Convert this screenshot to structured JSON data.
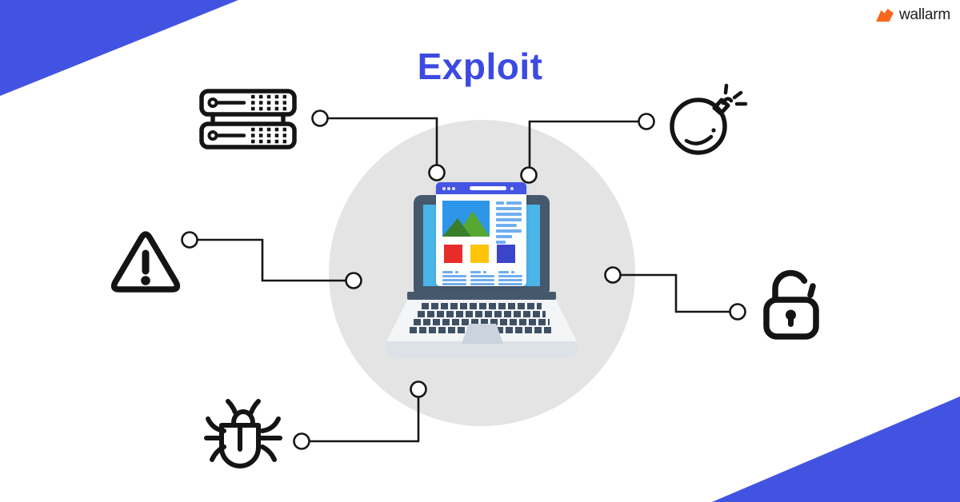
{
  "header": {
    "title": "Exploit",
    "brand": {
      "name": "wallarm"
    }
  },
  "theme": {
    "background": "#FFFFFF",
    "corner_triangle_blue": "#4353E1",
    "title_blue": "#3D4AE1",
    "brand_orange": "#F8681C",
    "brand_text_color": "#1D1D1D",
    "circle_gray": "#E4E4E5",
    "outline_black": "#141414"
  },
  "diagram": {
    "center_illustration": "laptop-with-browser-webpage",
    "connected_icons": [
      {
        "name": "server-rack-icon",
        "position": "top-left"
      },
      {
        "name": "bomb-icon",
        "position": "top-right"
      },
      {
        "name": "warning-triangle-icon",
        "position": "middle-left"
      },
      {
        "name": "unlocked-padlock-icon",
        "position": "middle-right"
      },
      {
        "name": "bug-icon",
        "position": "bottom-left"
      }
    ],
    "laptop": {
      "frame_color": "#46586C",
      "screen_color": "#4AB5E9",
      "key_color": "#3E5065",
      "body_color": "#F3F5F7",
      "browser": {
        "bar_color": "#4454E3",
        "content_line_color": "#70AEF0",
        "image_bg": "#2E96E9",
        "mountain_colors": [
          "#57A733",
          "#3A7D2B"
        ],
        "tile_colors": [
          "#E82C2C",
          "#FDC408",
          "#3B45CB"
        ]
      }
    }
  }
}
